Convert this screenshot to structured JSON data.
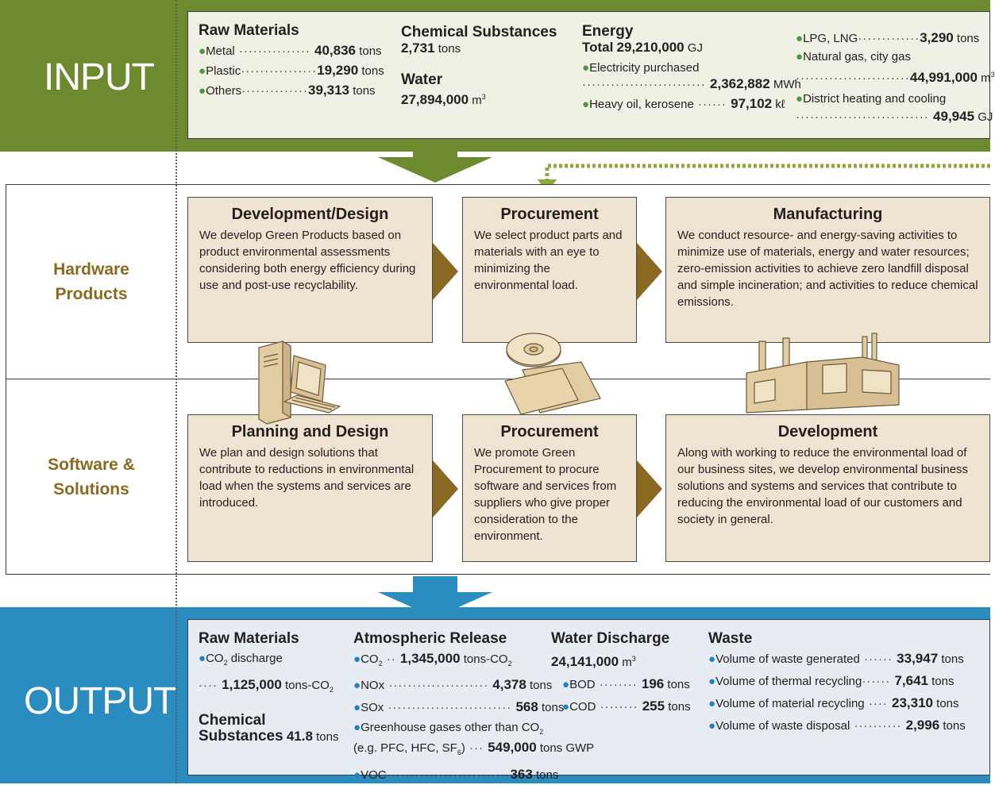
{
  "input": {
    "label": "INPUT",
    "raw_materials": {
      "title": "Raw Materials",
      "items": [
        {
          "name": "Metal",
          "value": "40,836",
          "unit": "tons"
        },
        {
          "name": "Plastic",
          "value": "19,290",
          "unit": "tons"
        },
        {
          "name": "Others",
          "value": "39,313",
          "unit": "tons"
        }
      ]
    },
    "chemical": {
      "title": "Chemical Substances",
      "value": "2,731",
      "unit": "tons"
    },
    "water": {
      "title": "Water",
      "value": "27,894,000",
      "unit": "m",
      "sup": "3"
    },
    "energy": {
      "title": "Energy",
      "total_label": "Total",
      "total_value": "29,210,000",
      "total_unit": "GJ",
      "electricity": {
        "name": "Electricity purchased",
        "value": "2,362,882",
        "unit": "MWh"
      },
      "heavy_oil": {
        "name": "Heavy oil, kerosene",
        "value": "97,102",
        "unit": "kℓ"
      },
      "lpg": {
        "name": "LPG, LNG",
        "value": "3,290",
        "unit": "tons"
      },
      "natural_gas": {
        "name": "Natural gas, city gas",
        "value": "44,991,000",
        "unit": "m",
        "sup": "3"
      },
      "district": {
        "name": "District heating and cooling",
        "value": "49,945",
        "unit": "GJ"
      }
    }
  },
  "rows": {
    "hardware": {
      "line1": "Hardware",
      "line2": "Products"
    },
    "software": {
      "line1": "Software &",
      "line2": "Solutions"
    }
  },
  "hardware_steps": [
    {
      "title": "Development/Design",
      "text": "We develop Green Products based on product environmental assessments considering both energy efficiency during use and post-use recyclability."
    },
    {
      "title": "Procurement",
      "text": "We select product parts and materials with an eye to minimizing the environmental load."
    },
    {
      "title": "Manufacturing",
      "text": "We conduct resource- and energy-saving activities to minimize use of materials, energy and water resources; zero-emission activities to achieve zero landfill disposal and simple incineration; and activities to reduce chemical emissions."
    }
  ],
  "software_steps": [
    {
      "title": "Planning and Design",
      "text": "We plan and design solutions that contribute to reductions in environmental load when the systems and services are introduced."
    },
    {
      "title": "Procurement",
      "text": "We promote Green Procurement to procure software and services from suppliers who give proper consideration to the environment."
    },
    {
      "title": "Development",
      "text": "Along with working to reduce the environmental load of our business sites, we develop environmental business solutions and systems and services that contribute to reducing the environmental load of our customers and society in general."
    }
  ],
  "output": {
    "label": "OUTPUT",
    "raw_materials": {
      "title": "Raw Materials",
      "co2_label": "CO",
      "co2_sub": "2",
      "co2_suffix": " discharge",
      "co2_value": "1,125,000",
      "co2_unit": "tons-CO",
      "co2_unit_sub": "2"
    },
    "chemical": {
      "line1": "Chemical",
      "line2": "Substances",
      "value": "41.8",
      "unit": "tons"
    },
    "atmospheric": {
      "title": "Atmospheric Release",
      "co2": {
        "name": "CO",
        "sub": "2",
        "value": "1,345,000",
        "unit": "tons-CO",
        "unit_sub": "2"
      },
      "nox": {
        "name": "NOx",
        "value": "4,378",
        "unit": "tons"
      },
      "sox": {
        "name": "SOx",
        "value": "568",
        "unit": "tons"
      },
      "ghg_line1": "Greenhouse gases other than CO",
      "ghg_line1_sub": "2",
      "ghg_line2_a": "(e.g. PFC, HFC, SF",
      "ghg_line2_sub": "6",
      "ghg_line2_b": ")",
      "ghg_value": "549,000",
      "ghg_unit": "tons GWP",
      "voc": {
        "name": "VOC",
        "value": "363",
        "unit": "tons"
      }
    },
    "water": {
      "title": "Water Discharge",
      "value": "24,141,000",
      "unit": "m",
      "sup": "3",
      "bod": {
        "name": "BOD",
        "value": "196",
        "unit": "tons"
      },
      "cod": {
        "name": "COD",
        "value": "255",
        "unit": "tons"
      }
    },
    "waste": {
      "title": "Waste",
      "items": [
        {
          "name": "Volume of waste generated",
          "value": "33,947",
          "unit": "tons"
        },
        {
          "name": "Volume of thermal recycling",
          "value": "7,641",
          "unit": "tons"
        },
        {
          "name": "Volume of material recycling",
          "value": "23,310",
          "unit": "tons"
        },
        {
          "name": "Volume of waste disposal",
          "value": "2,996",
          "unit": "tons"
        }
      ]
    }
  },
  "colors": {
    "input_band": "#6e8a2f",
    "output_band": "#2a8cbf",
    "row_label": "#8a6a22",
    "process_box": "#efe4d1",
    "step_arrow": "#8a6a22"
  },
  "icons": [
    "computer-icon",
    "disk-icon",
    "factory-icon"
  ]
}
